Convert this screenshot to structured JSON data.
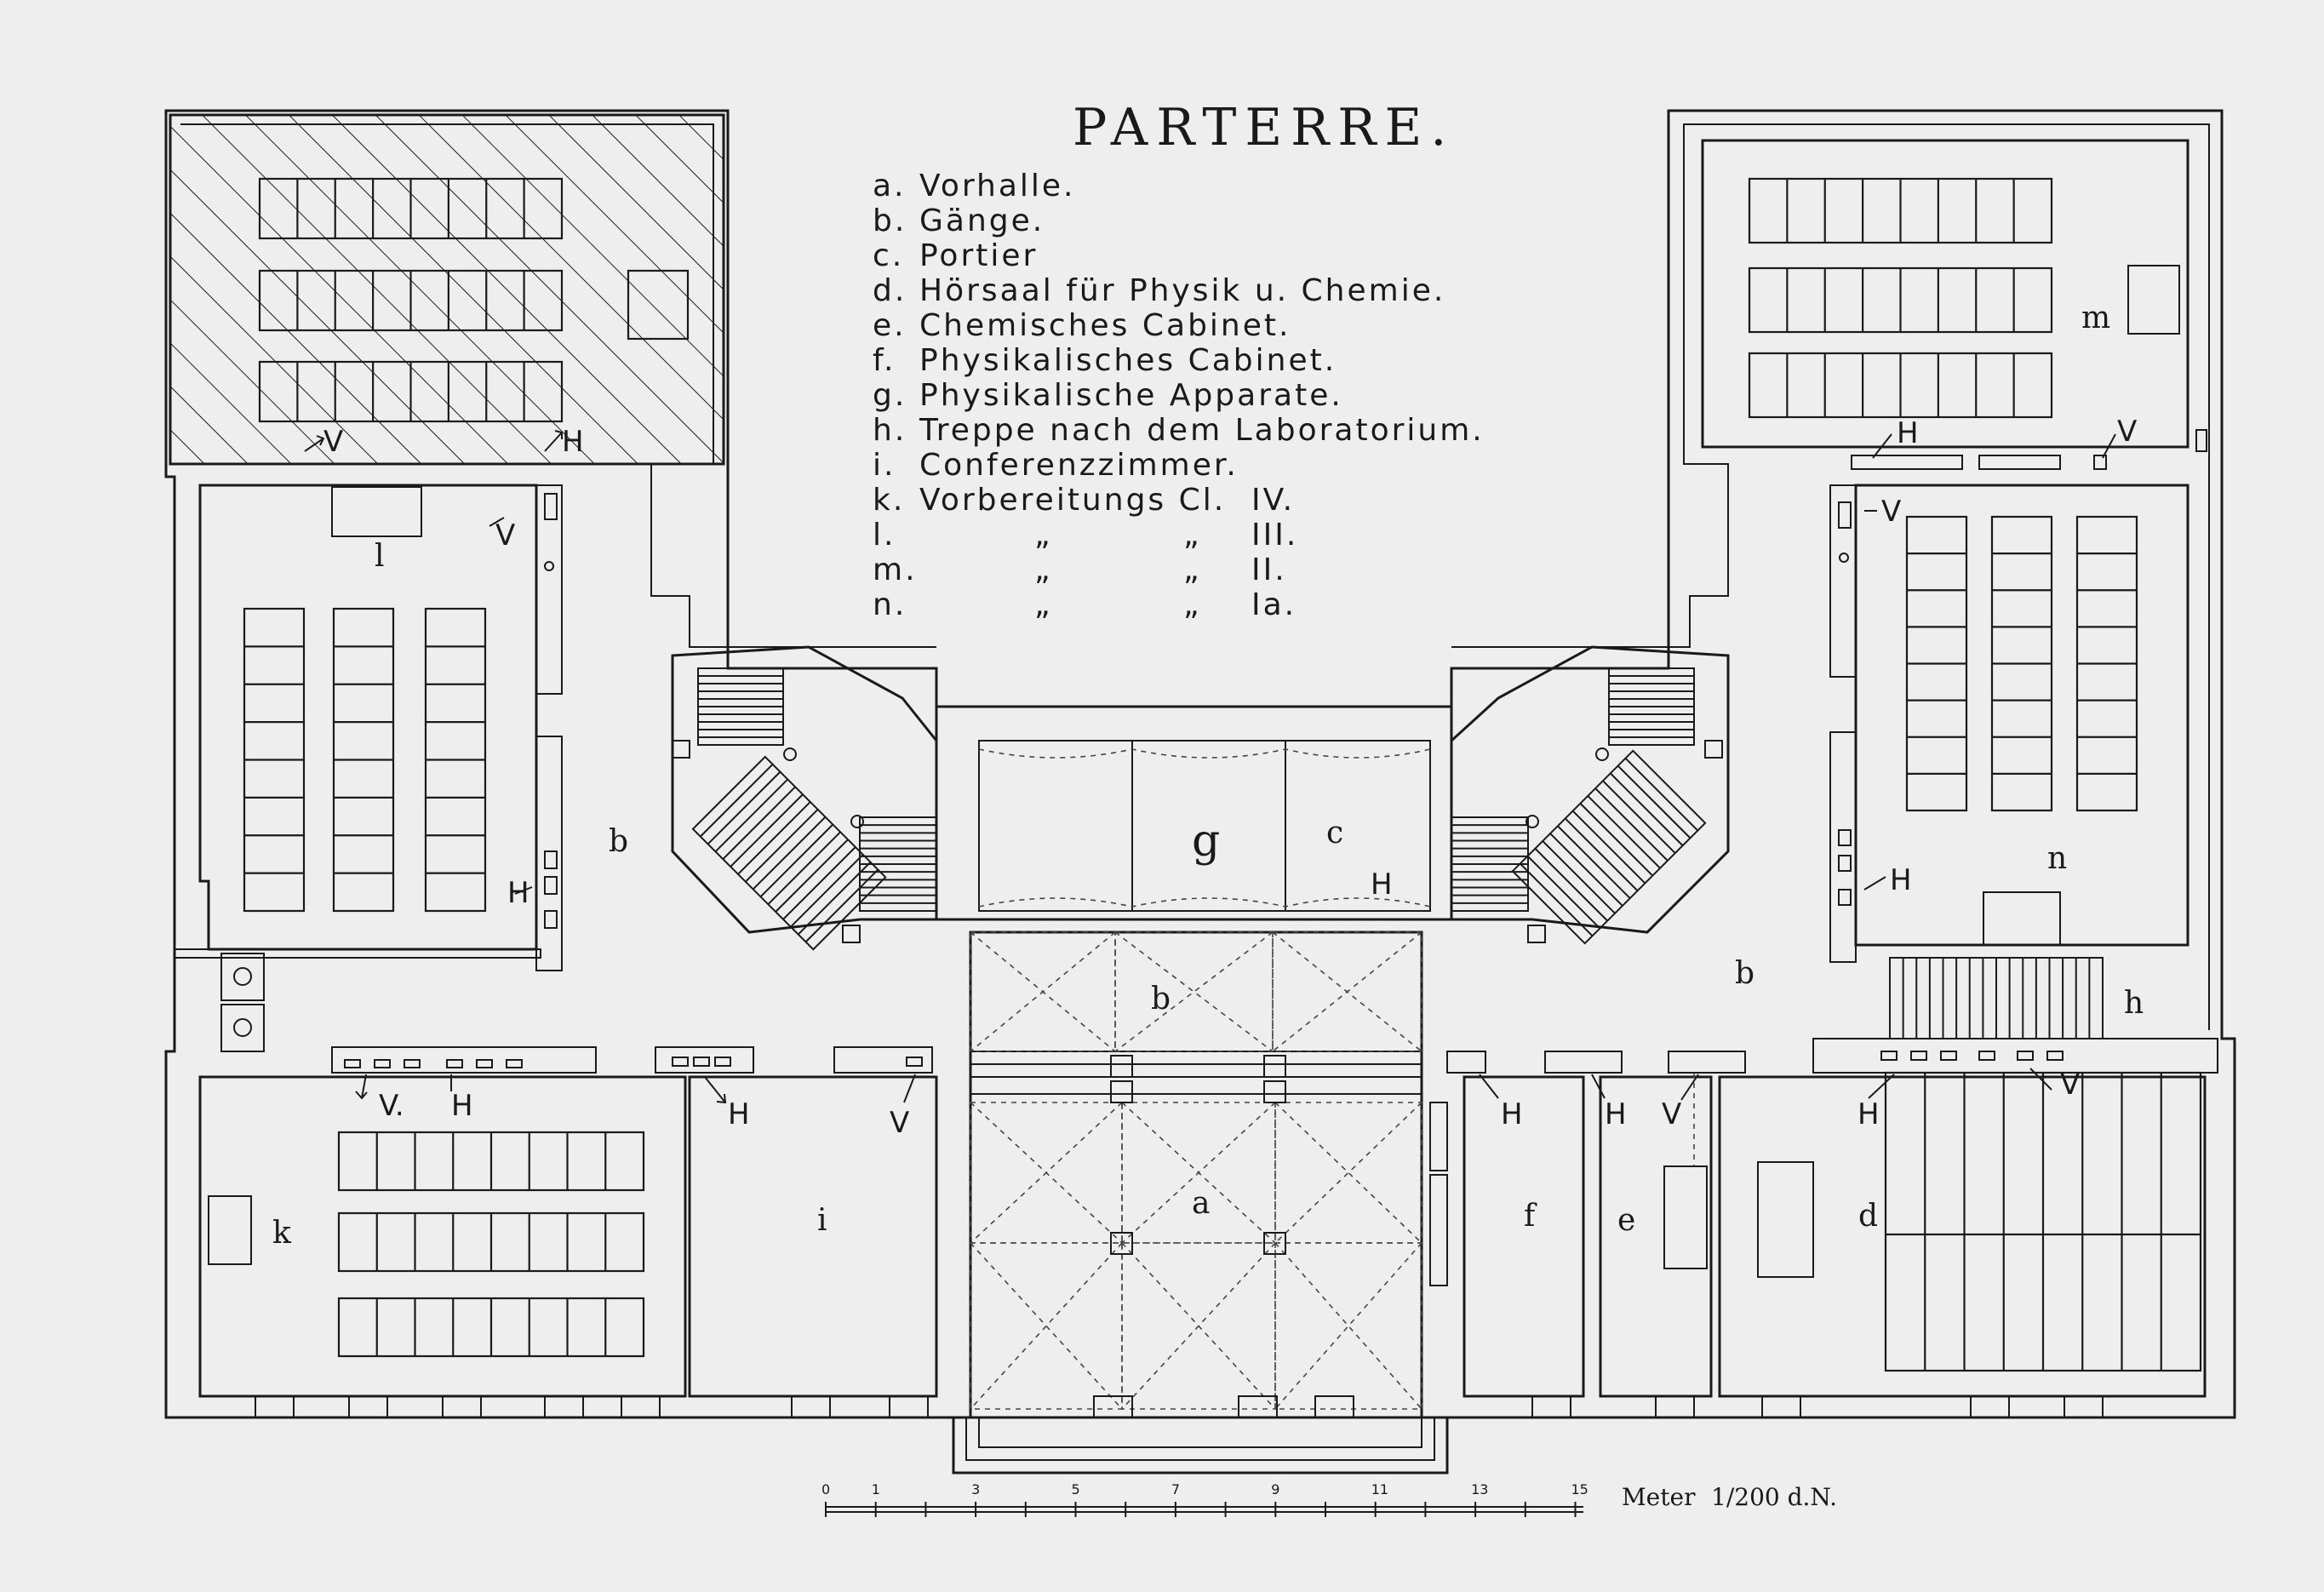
{
  "title": "PARTERRE.",
  "legend": [
    {
      "key": "a.",
      "text": "Vorhalle."
    },
    {
      "key": "b.",
      "text": "Gänge."
    },
    {
      "key": "c.",
      "text": "Portier"
    },
    {
      "key": "d.",
      "text": "Hörsaal für Physik u. Chemie."
    },
    {
      "key": "e.",
      "text": "Chemisches Cabinet."
    },
    {
      "key": "f.",
      "text": "Physikalisches Cabinet."
    },
    {
      "key": "g.",
      "text": "Physikalische Apparate."
    },
    {
      "key": "h.",
      "text": "Treppe nach dem Laboratorium."
    },
    {
      "key": "i.",
      "text": "Conferenzzimmer."
    },
    {
      "key": "k.",
      "text": "Vorbereitungs Cl.",
      "class": "IV."
    },
    {
      "key": "l.",
      "text": "„",
      "class": "III."
    },
    {
      "key": "m.",
      "text": "„",
      "class": "II."
    },
    {
      "key": "n.",
      "text": "„",
      "class": "Ia."
    }
  ],
  "room_labels": {
    "a": "a",
    "b": "b",
    "c": "c",
    "d": "d",
    "e": "e",
    "f": "f",
    "g": "g",
    "h": "h",
    "i": "i",
    "k": "k",
    "l": "l",
    "m": "m",
    "n": "n"
  },
  "markers": {
    "heat": "H",
    "vent": "V",
    "vent_dot": "V."
  },
  "scale": {
    "ticks": [
      "0",
      "1",
      "3",
      "5",
      "7",
      "9",
      "11",
      "13",
      "15"
    ],
    "unit": "Meter",
    "ratio": "1/200 d.N."
  }
}
